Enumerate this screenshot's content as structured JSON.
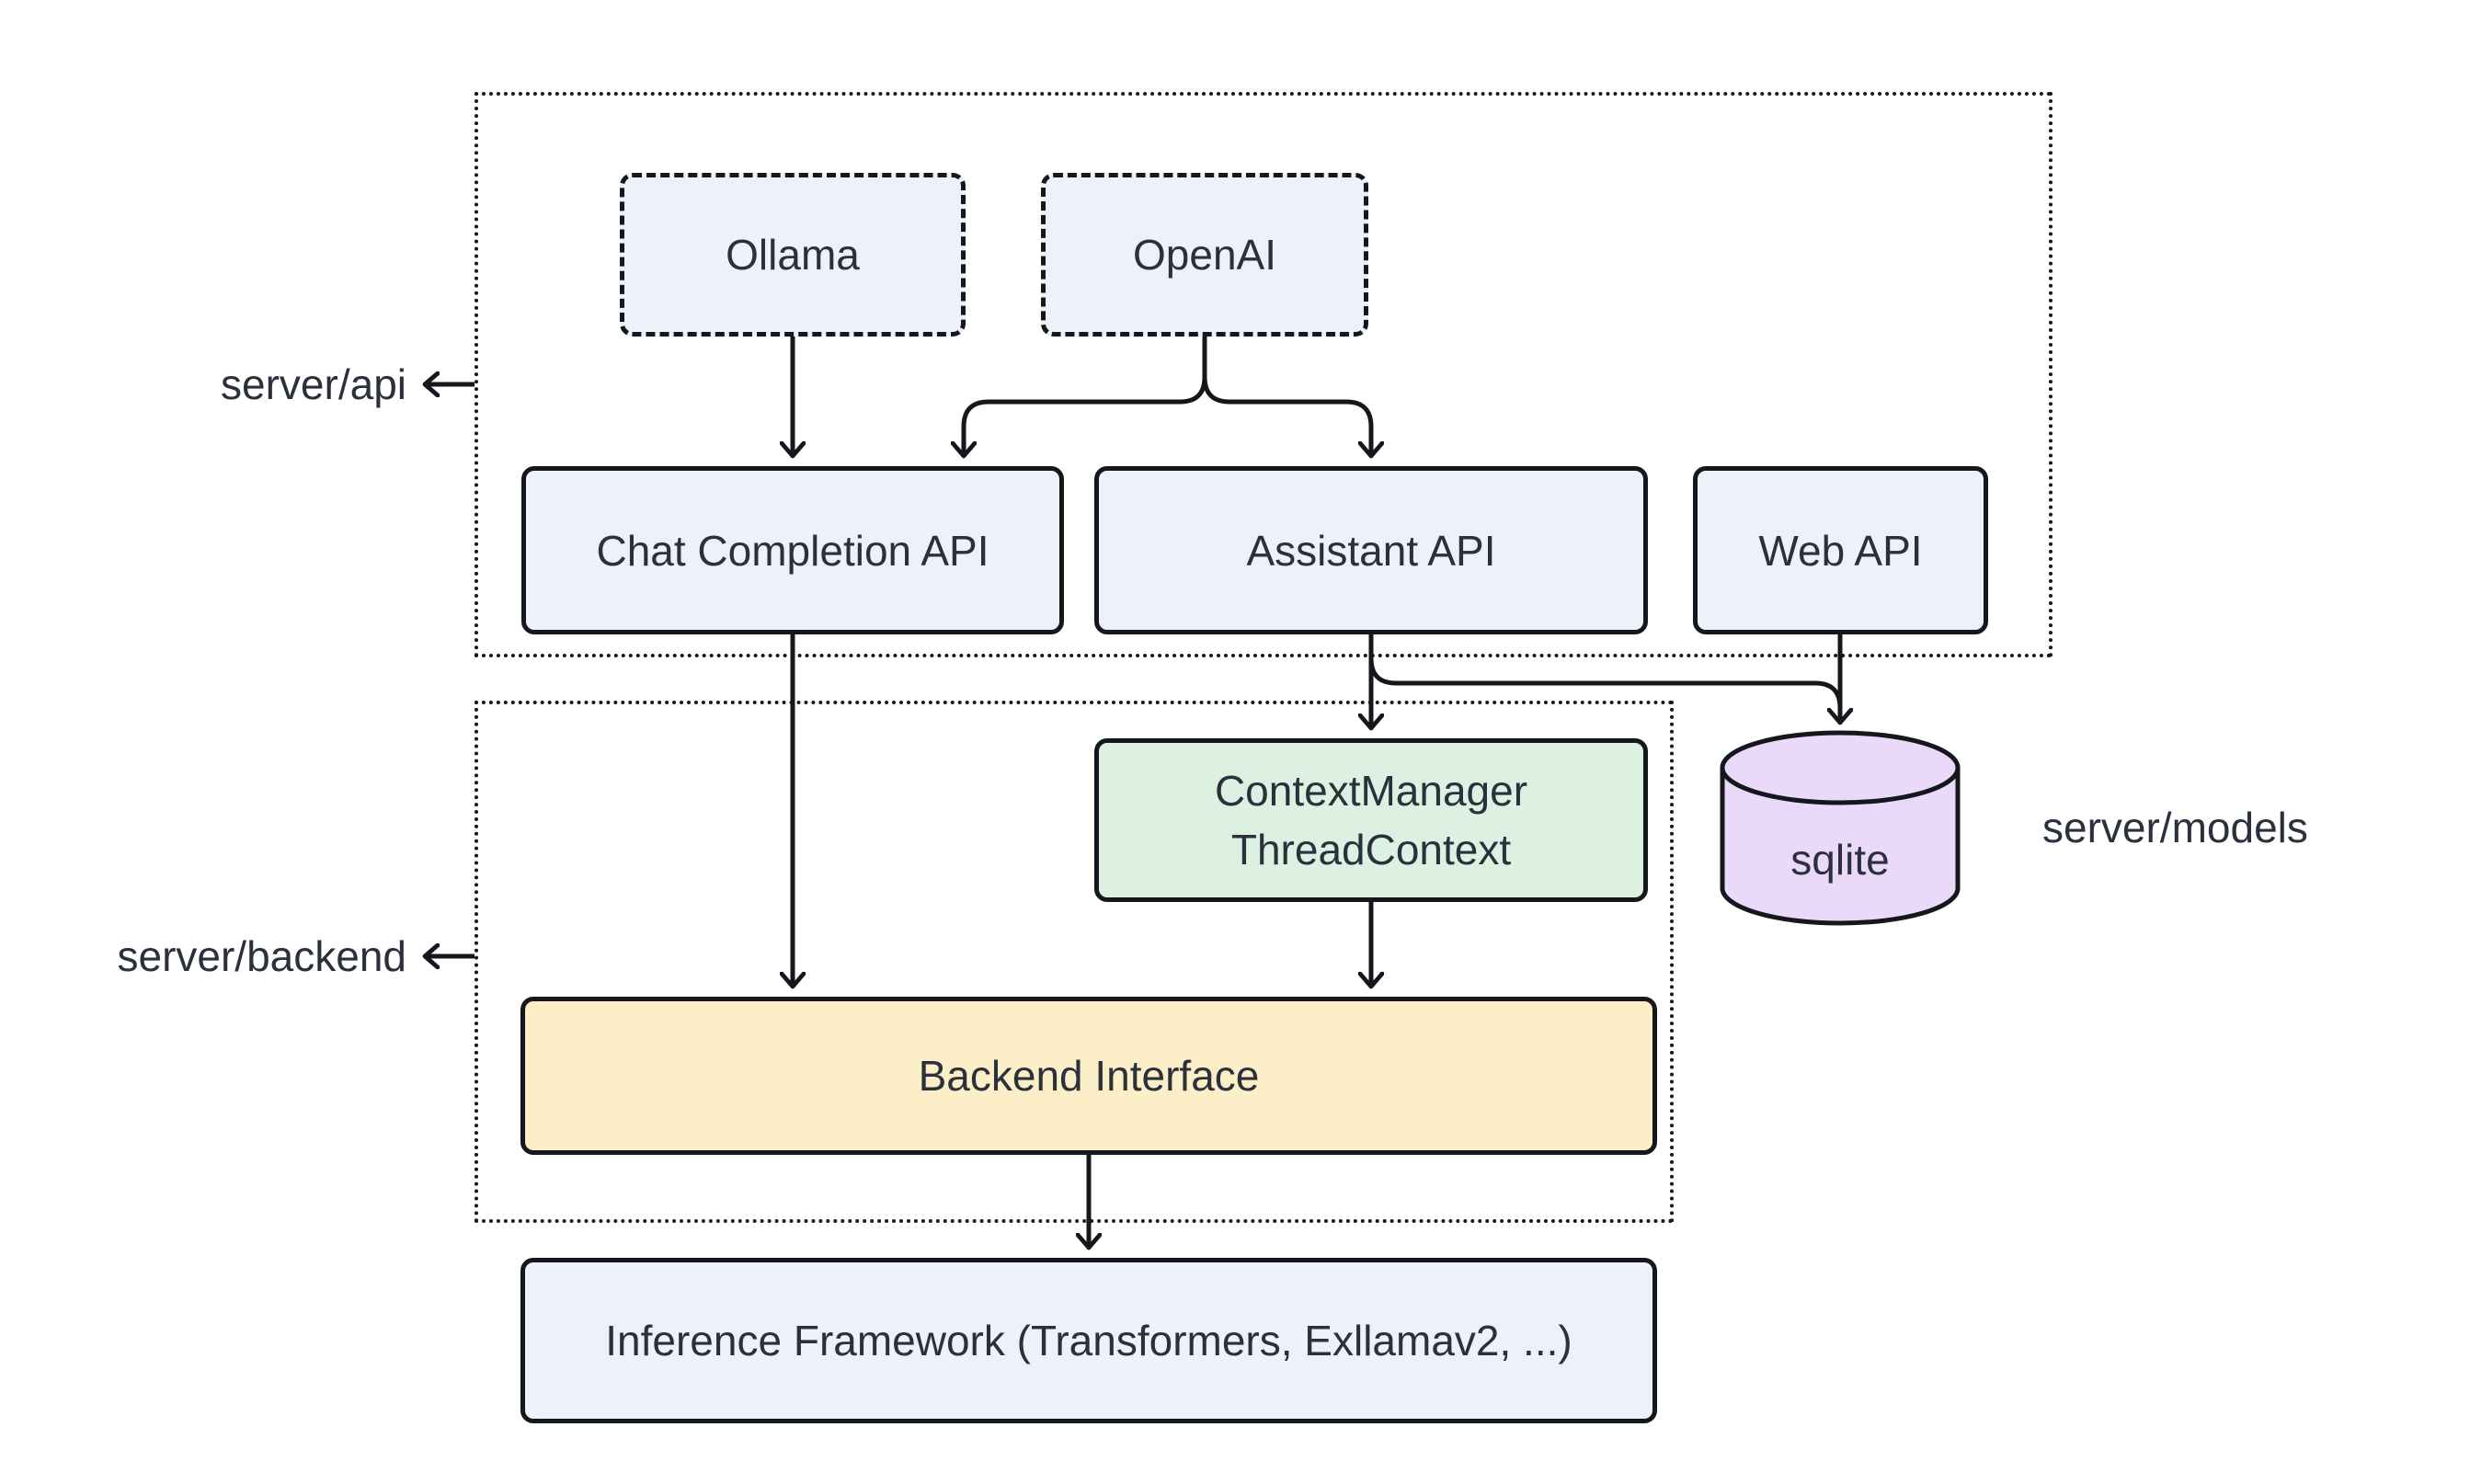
{
  "diagram": {
    "type": "architecture-flowchart",
    "background": "#ffffff",
    "colors": {
      "node_fill": "#ecf1fa",
      "context_fill": "#ddf1e2",
      "backend_fill": "#fcefc7",
      "sqlite_fill": "#ead9f8",
      "stroke": "#14171c",
      "text": "#2b313c"
    },
    "containers": {
      "server_api": {
        "label": "server/api",
        "border": "dotted"
      },
      "server_backend": {
        "label": "server/backend",
        "border": "dotted"
      }
    },
    "annotations": {
      "server_models": {
        "label": "server/models"
      }
    },
    "nodes": {
      "ollama": {
        "label": "Ollama",
        "shape": "dashed-box",
        "fill": "#ecf1fa"
      },
      "openai": {
        "label": "OpenAI",
        "shape": "dashed-box",
        "fill": "#ecf1fa"
      },
      "chat_api": {
        "label": "Chat Completion API",
        "shape": "box",
        "fill": "#ecf1fa"
      },
      "assistant_api": {
        "label": "Assistant API",
        "shape": "box",
        "fill": "#ecf1fa"
      },
      "web_api": {
        "label": "Web API",
        "shape": "box",
        "fill": "#ecf1fa"
      },
      "context_manager": {
        "label_lines": [
          "ContextManager",
          "ThreadContext"
        ],
        "shape": "box",
        "fill": "#ddf1e2"
      },
      "sqlite": {
        "label": "sqlite",
        "shape": "cylinder",
        "fill": "#ead9f8"
      },
      "backend_interface": {
        "label": "Backend Interface",
        "shape": "box",
        "fill": "#fcefc7"
      },
      "inference_framework": {
        "label": "Inference Framework (Transformers, Exllamav2, ...)",
        "shape": "box",
        "fill": "#ecf1fa"
      }
    },
    "edges": [
      {
        "from": "ollama",
        "to": "chat_api"
      },
      {
        "from": "openai",
        "to": "chat_api"
      },
      {
        "from": "openai",
        "to": "assistant_api"
      },
      {
        "from": "chat_api",
        "to": "backend_interface"
      },
      {
        "from": "assistant_api",
        "to": "context_manager"
      },
      {
        "from": "assistant_api",
        "to": "sqlite"
      },
      {
        "from": "web_api",
        "to": "sqlite"
      },
      {
        "from": "context_manager",
        "to": "backend_interface"
      },
      {
        "from": "backend_interface",
        "to": "inference_framework"
      },
      {
        "from": "server_api_container",
        "to": "server_api_label",
        "style": "pointer"
      },
      {
        "from": "server_backend_container",
        "to": "server_backend_label",
        "style": "pointer"
      }
    ]
  }
}
